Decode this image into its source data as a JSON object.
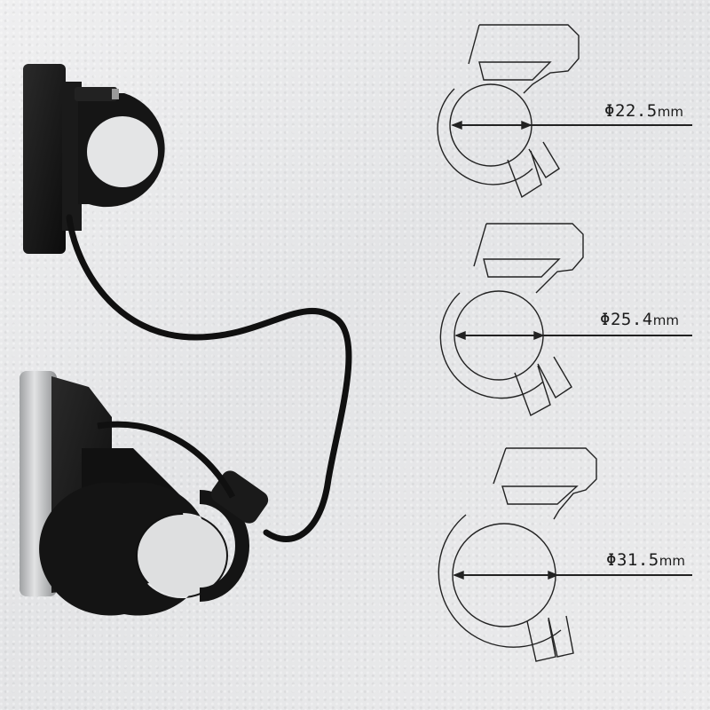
{
  "image": {
    "description_subjects": [
      "bike-display-unit",
      "remote-button-unit",
      "handlebar-clamp-diagrams"
    ]
  },
  "diagrams": [
    {
      "name": "clamp-22.5",
      "symbol": "Φ",
      "value": "22.5",
      "unit": "mm"
    },
    {
      "name": "clamp-25.4",
      "symbol": "Φ",
      "value": "25.4",
      "unit": "mm"
    },
    {
      "name": "clamp-31.5",
      "symbol": "Φ",
      "value": "31.5",
      "unit": "mm"
    }
  ],
  "colors": {
    "background": "#e9e9ea",
    "plastic": "#141414",
    "line": "#1b1b1b",
    "bezel": "#c9cacb"
  }
}
